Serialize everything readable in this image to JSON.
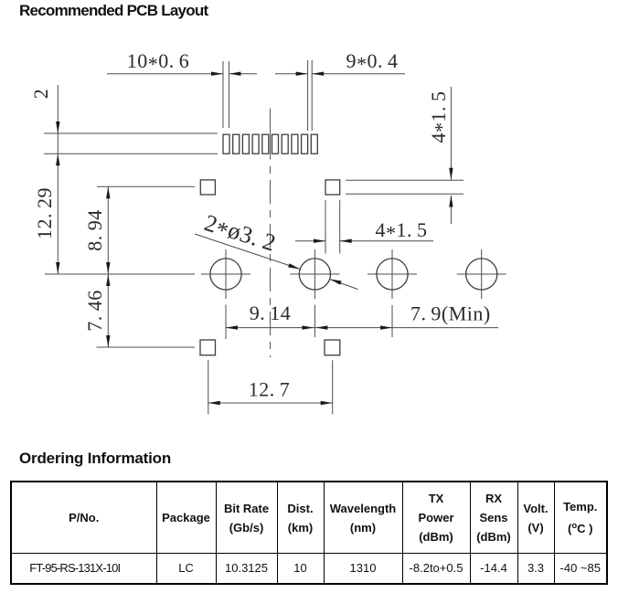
{
  "titles": {
    "pcb_layout": "Recommended PCB Layout",
    "ordering": "Ordering Information"
  },
  "drawing": {
    "dimensions": {
      "pad_width": "10*0.6",
      "pad_gap": "9*0.4",
      "pad_height": "2",
      "body_to_center": "12.29",
      "square_to_center": "8.94",
      "center_to_square": "7.46",
      "track_width": "4*1.5",
      "square_pitch": "4*1.5",
      "hole_dia": "2*ø3.2",
      "hole_span": "9.14",
      "clearance": "7.9(Min)",
      "bottom_span": "12.7"
    }
  },
  "ordering": {
    "headers": [
      {
        "lines": [
          "P/No."
        ]
      },
      {
        "lines": [
          "Package"
        ]
      },
      {
        "lines": [
          "Bit Rate",
          "(Gb/s)"
        ]
      },
      {
        "lines": [
          "Dist.",
          "(km)"
        ]
      },
      {
        "lines": [
          "Wavelength",
          "(nm)"
        ]
      },
      {
        "lines": [
          "TX",
          "Power",
          "(dBm)"
        ]
      },
      {
        "lines": [
          "RX",
          "Sens",
          "(dBm)"
        ]
      },
      {
        "lines": [
          "Volt.",
          "(V)"
        ]
      },
      {
        "lines": [
          "Temp."
        ]
      }
    ],
    "temp_unit": {
      "open": "(",
      "sup": "o",
      "close": "C )"
    },
    "row": [
      "FT-95-RS-131X-10I",
      "LC",
      "10.3125",
      "10",
      "1310",
      "-8.2to+0.5",
      "-14.4",
      "3.3",
      "-40 ~85"
    ]
  }
}
